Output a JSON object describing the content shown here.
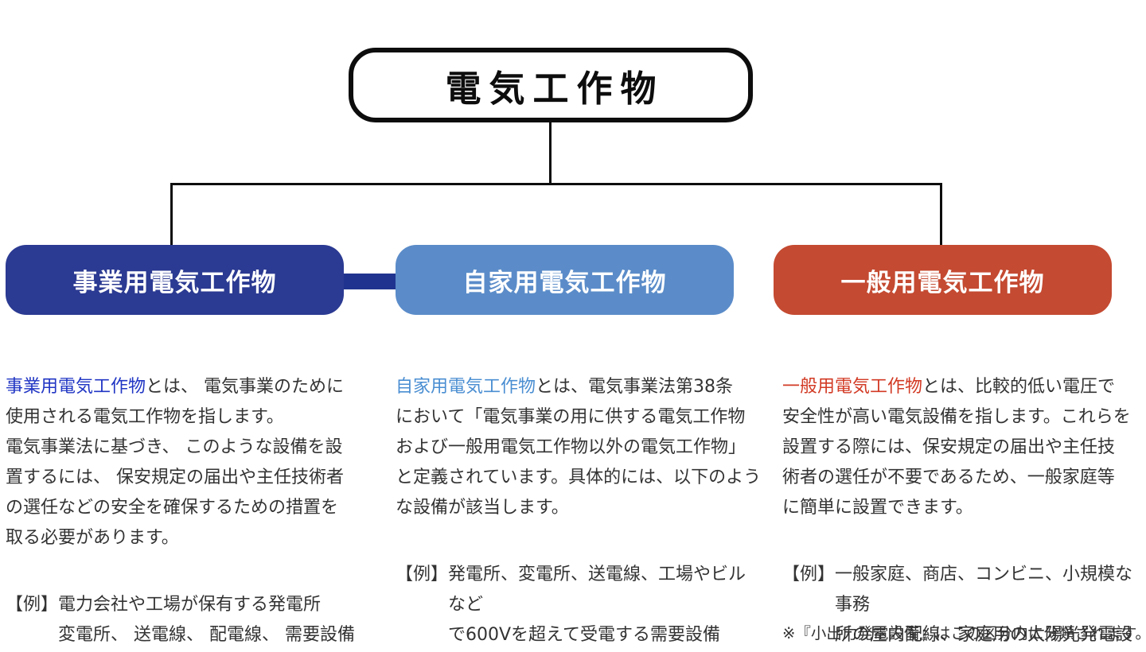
{
  "root": {
    "title": "電気工作物"
  },
  "colors": {
    "line_black": "#0d0d0d",
    "business_box": "#2b3a92",
    "business_link_bar": "#20348f",
    "private_box": "#5b8cc9",
    "general_box": "#c44a31",
    "business_lead_text": "#2136c4",
    "private_lead_text": "#4a8ed2",
    "general_lead_text": "#d23a24",
    "body_text": "#333333"
  },
  "columns": [
    {
      "title": "事業用電気工作物",
      "box_color": "#2b3a92",
      "lead_color": "#2136c4",
      "lead": "事業用電気工作物",
      "body": "とは、 電気事業のために\n使用される電気工作物を指します。\n電気事業法に基づき、 このような設備を設\n置するには、 保安規定の届出や主任技術者\nの選任などの安全を確保するための措置を\n取る必要があります。",
      "example_label": "【例】",
      "example": "電力会社や工場が保有する発電所\n変電所、 送電線、 配電線、 需要設備"
    },
    {
      "title": "自家用電気工作物",
      "box_color": "#5b8cc9",
      "lead_color": "#4a8ed2",
      "lead": "自家用電気工作物",
      "body": "とは、電気事業法第38条\nにおいて「電気事業の用に供する電気工作物\nおよび一般用電気工作物以外の電気工作物」\nと定義されています。具体的には、以下のよう\nな設備が該当します。",
      "example_label": "【例】",
      "example": "発電所、変電所、送電線、工場やビルなど\nで600Vを超えて受電する需要設備"
    },
    {
      "title": "一般用電気工作物",
      "box_color": "#c44a31",
      "lead_color": "#d23a24",
      "lead": "一般用電気工作物",
      "body": "とは、比較的低い電圧で\n安全性が高い電気設備を指します。これらを\n設置する際には、保安規定の届出や主任技\n術者の選任が不要であるため、一般家庭等\nに簡単に設置できます。",
      "example_label": "【例】",
      "example": "一般家庭、商店、コンビニ、小規模な事務\n所の屋内配線、家庭用の太陽光発電設備"
    }
  ],
  "footnote": "※『小出力発電設備』はこの区分内に分類されます。"
}
